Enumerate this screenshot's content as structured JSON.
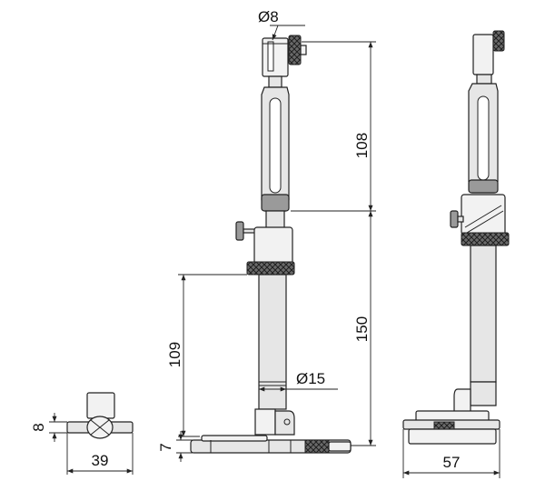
{
  "dimensions": {
    "dia_8": "Ø8",
    "len_108": "108",
    "len_150": "150",
    "len_109": "109",
    "dia_15": "Ø15",
    "len_7": "7",
    "len_8": "8",
    "len_39": "39",
    "len_57": "57"
  }
}
